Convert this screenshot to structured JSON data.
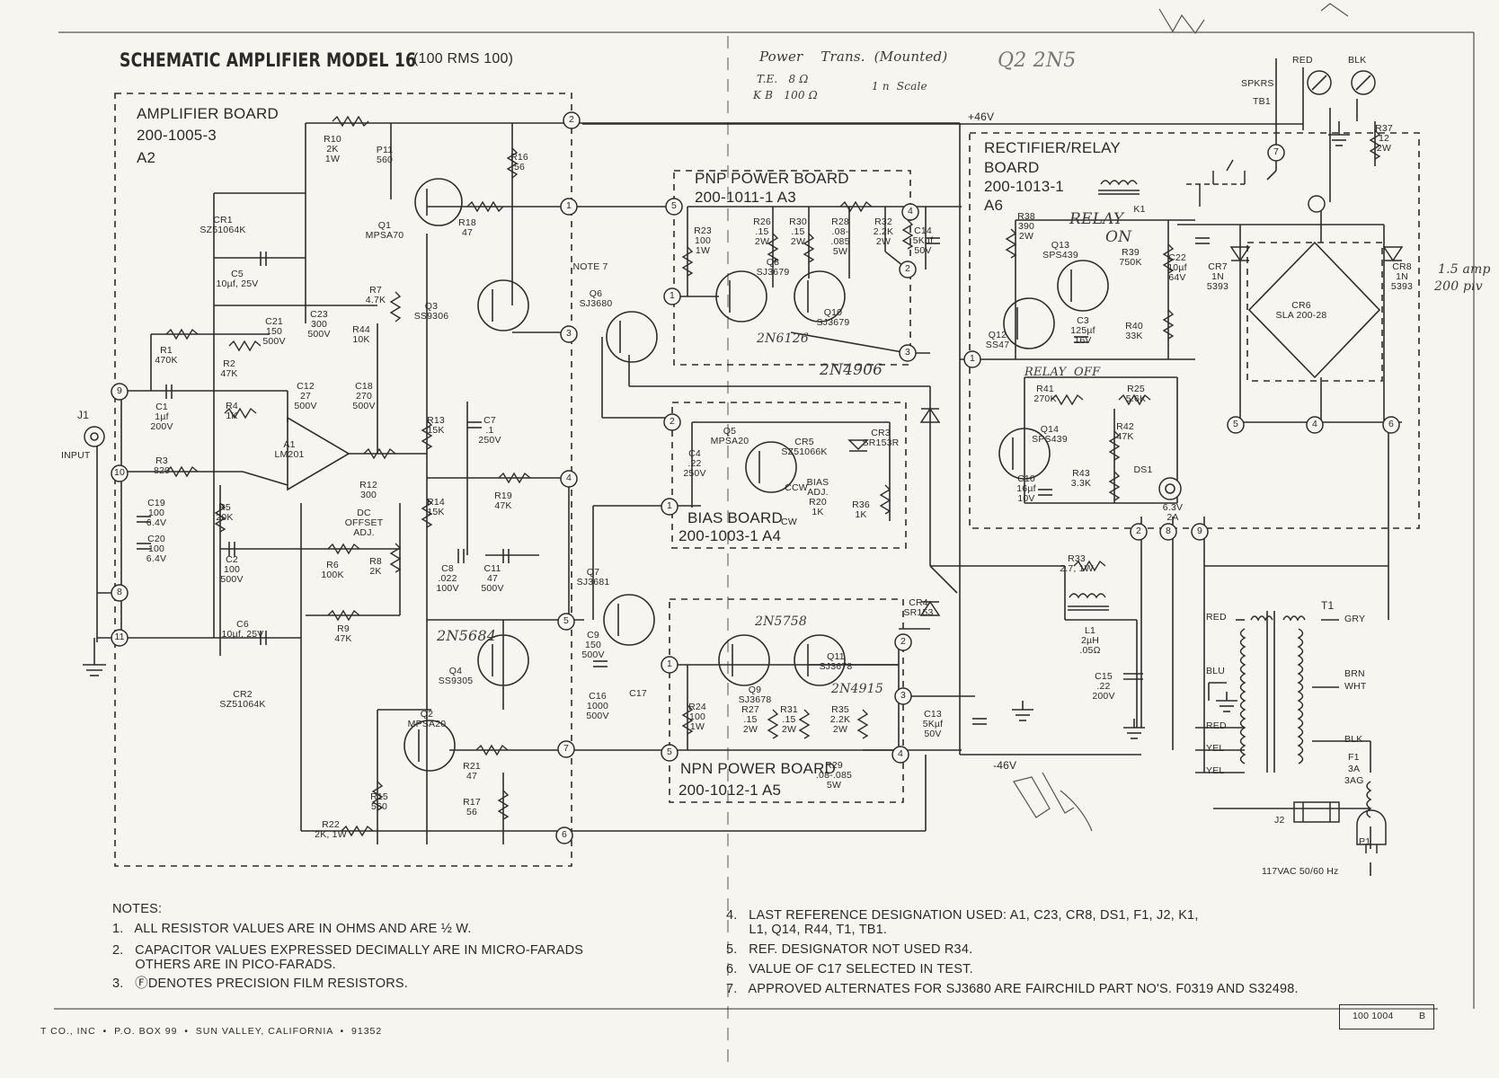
{
  "title": {
    "main": "SCHEMATIC AMPLIFIER MODEL 16",
    "rating": "(100 RMS 100)"
  },
  "boards": {
    "amplifier": [
      "AMPLIFIER BOARD",
      "200-1005-3",
      "A2"
    ],
    "pnp_power": [
      "PNP POWER BOARD",
      "200-1011-1 A3"
    ],
    "npn_power": [
      "NPN POWER BOARD",
      "200-1012-1 A5"
    ],
    "bias": [
      "BIAS BOARD",
      "200-1003-1 A4"
    ],
    "rectifier_relay": [
      "RECTIFIER/RELAY",
      "BOARD",
      "200-1013-1",
      "A6"
    ]
  },
  "input": {
    "jack": "J1",
    "label": "INPUT"
  },
  "speakers": {
    "label": [
      "SPKRS",
      "TB1"
    ],
    "red": "RED",
    "blk": "BLK"
  },
  "rails": {
    "pos": "+46V",
    "neg": "-46V"
  },
  "components_amp": [
    [
      "R10",
      "2K",
      "1W"
    ],
    [
      "P11",
      "560"
    ],
    [
      "R16",
      "56"
    ],
    [
      "Q1",
      "MPSA70"
    ],
    [
      "R18",
      "47"
    ],
    [
      "CR1",
      "SZ51064K"
    ],
    [
      "C5",
      "10µf, 25V"
    ],
    [
      "R7",
      "4.7K"
    ],
    [
      "Q3",
      "SS9306"
    ],
    [
      "R1",
      "470K"
    ],
    [
      "C21",
      "150",
      "500V"
    ],
    [
      "C23",
      "300",
      "500V"
    ],
    [
      "R44",
      "10K"
    ],
    [
      "R2",
      "47K"
    ],
    [
      "C12",
      "27",
      "500V"
    ],
    [
      "C18",
      "270",
      "500V"
    ],
    [
      "R4",
      "1K"
    ],
    [
      "C1",
      "1µf",
      "200V"
    ],
    [
      "A1",
      "LM201"
    ],
    [
      "R3",
      "820"
    ],
    [
      "R12",
      "300"
    ],
    [
      "R13",
      "15K"
    ],
    [
      "C7",
      ".1",
      "250V"
    ],
    [
      "C19",
      "100",
      "6.4V"
    ],
    [
      "C20",
      "100",
      "6.4V"
    ],
    [
      "R5",
      "20K"
    ],
    [
      "DC",
      "OFFSET",
      "ADJ."
    ],
    [
      "R14",
      "15K"
    ],
    [
      "R19",
      "47K"
    ],
    [
      "C2",
      "100",
      "500V"
    ],
    [
      "R6",
      "100K"
    ],
    [
      "R8",
      "2K"
    ],
    [
      "C8",
      ".022",
      "100V"
    ],
    [
      "C11",
      "47",
      "500V"
    ],
    [
      "C6",
      "10µf, 25V"
    ],
    [
      "R9",
      "47K"
    ],
    [
      "Q4",
      "SS9305"
    ],
    [
      "CR2",
      "SZ51064K"
    ],
    [
      "Q2",
      "MPSA20"
    ],
    [
      "R21",
      "47"
    ],
    [
      "R15",
      "560"
    ],
    [
      "R17",
      "56"
    ],
    [
      "R22",
      "2K, 1W"
    ]
  ],
  "components_pnp": [
    [
      "R23",
      "100",
      "1W"
    ],
    [
      "R26",
      ".15",
      "2W"
    ],
    [
      "R30",
      ".15",
      "2W"
    ],
    [
      "R28",
      ".08-",
      ".085",
      "5W"
    ],
    [
      "R32",
      "2.2K",
      "2W"
    ],
    [
      "C14",
      "5Kµf",
      "50V"
    ],
    [
      "Q8",
      "SJ3679"
    ],
    [
      "Q10",
      "SJ3679"
    ],
    [
      "NOTE 7"
    ],
    [
      "Q6",
      "SJ3680"
    ]
  ],
  "components_bias": [
    [
      "C4",
      ".22",
      "250V"
    ],
    [
      "Q5",
      "MPSA20"
    ],
    [
      "CR5",
      "SZ51066K"
    ],
    [
      "BIAS",
      "ADJ.",
      "R20",
      "1K"
    ],
    [
      "R36",
      "1K"
    ],
    [
      "CR3",
      "SR153R"
    ],
    [
      "CCW"
    ],
    [
      "CW"
    ]
  ],
  "components_npn": [
    [
      "Q7",
      "SJ3681"
    ],
    [
      "C9",
      "150",
      "500V"
    ],
    [
      "C16",
      "1000",
      "500V"
    ],
    [
      "C17"
    ],
    [
      "R24",
      "100",
      "1W"
    ],
    [
      "Q9",
      "SJ3678"
    ],
    [
      "Q11",
      "SJ3678"
    ],
    [
      "R27",
      ".15",
      "2W"
    ],
    [
      "R31",
      ".15",
      "2W"
    ],
    [
      "R35",
      "2.2K",
      "2W"
    ],
    [
      "R29",
      ".08-.085",
      "5W"
    ],
    [
      "C13",
      "5Kµf",
      "50V"
    ],
    [
      "CR4",
      "SR153"
    ]
  ],
  "components_rect": [
    [
      "K1"
    ],
    [
      "R38",
      "390",
      "2W"
    ],
    [
      "Q13",
      "SPS439"
    ],
    [
      "R39",
      "750K"
    ],
    [
      "C22",
      "10µf",
      "64V"
    ],
    [
      "CR7",
      "1N",
      "5393"
    ],
    [
      "CR8",
      "1N",
      "5393"
    ],
    [
      "CR6",
      "SLA 200-28"
    ],
    [
      "C3",
      "125µf",
      "16V"
    ],
    [
      "Q12",
      "SS47"
    ],
    [
      "R40",
      "33K"
    ],
    [
      "R41",
      "270K"
    ],
    [
      "R25",
      "5.6K"
    ],
    [
      "R42",
      "47K"
    ],
    [
      "Q14",
      "SPS439"
    ],
    [
      "C10",
      "16µf",
      "10V"
    ],
    [
      "R43",
      "3.3K"
    ],
    [
      "DS1"
    ],
    [
      "6.3V",
      "2A"
    ],
    [
      "R33",
      "2.7, 1W"
    ],
    [
      "L1",
      "2µH",
      ".05Ω"
    ],
    [
      "C15",
      ".22",
      "200V"
    ],
    [
      "R37",
      "12",
      "2W"
    ]
  ],
  "transformer": {
    "name": "T1",
    "wires": [
      "RED",
      "GRY",
      "BLU",
      "BRN",
      "WHT",
      "RED",
      "BLK",
      "YEL",
      "YEL"
    ],
    "fuse": [
      "F1",
      "3A",
      "3AG"
    ],
    "j2": "J2",
    "plug": "P1",
    "mains": "117VAC 50/60 Hz"
  },
  "nodes": [
    "1",
    "2",
    "3",
    "4",
    "5",
    "6",
    "7",
    "8",
    "9",
    "10",
    "11"
  ],
  "notes_left": {
    "heading": "NOTES:",
    "items": [
      "1.   ALL RESISTOR VALUES ARE IN OHMS AND ARE ½ W.",
      "2.   CAPACITOR VALUES EXPRESSED DECIMALLY ARE IN MICRO-FARADS",
      "      OTHERS ARE IN PICO-FARADS.",
      "3.   ⒻDENOTES PRECISION FILM RESISTORS."
    ]
  },
  "notes_right": [
    "4.   LAST REFERENCE DESIGNATION USED: A1, C23, CR8, DS1, F1, J2, K1,",
    "      L1, Q14, R44, T1, TB1.",
    "5.   REF. DESIGNATOR NOT USED R34.",
    "6.   VALUE OF C17 SELECTED IN TEST.",
    "7.   APPROVED ALTERNATES FOR SJ3680 ARE FAIRCHILD PART NO'S. F0319 AND S32498."
  ],
  "footer": {
    "address": "T CO., INC  •  P.O. BOX 99  •  SUN VALLEY, CALIFORNIA  •  91352",
    "docno": "100 1004",
    "rev": "B"
  },
  "handwritten": [
    "Power    Trans.  (Mounted)",
    "T.E.   8 Ω",
    "K B   100 Ω",
    "1 n  Scale",
    "RELAY",
    "ON",
    "2N6126",
    "2N4906",
    "2N5684",
    "2N5758",
    "2N4915",
    "RELAY  OFF",
    "1.5 amp",
    "200 piv",
    "Q2 2N5"
  ]
}
